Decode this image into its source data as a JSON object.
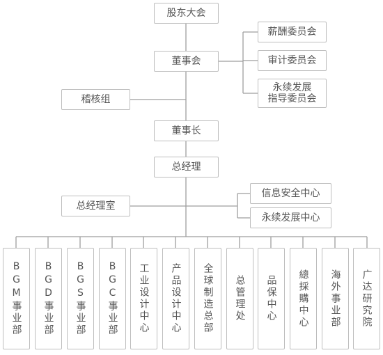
{
  "colors": {
    "line": "#9e9e9e",
    "border": "#bdbdbd",
    "text": "#555555"
  },
  "nodes": {
    "shareholders": "股东大会",
    "board": "董事会",
    "compensation_committee": "薪酬委员会",
    "audit_committee": "审计委员会",
    "sustainability_committee_line1": "永续发展",
    "sustainability_committee_line2": "指导委员会",
    "audit_team": "稽核组",
    "chairman": "董事长",
    "general_manager": "总经理",
    "info_security_center": "信息安全中心",
    "sustainability_center": "永续发展中心",
    "gm_office": "总经理室"
  },
  "divisions": [
    "BGM事业部",
    "BGD事业部",
    "BGS事业部",
    "BGC事业部",
    "工业设计中心",
    "产品设计中心",
    "全球制造总部",
    "总管理处",
    "品保中心",
    "總採購中心",
    "海外事业部",
    "广达研究院"
  ]
}
